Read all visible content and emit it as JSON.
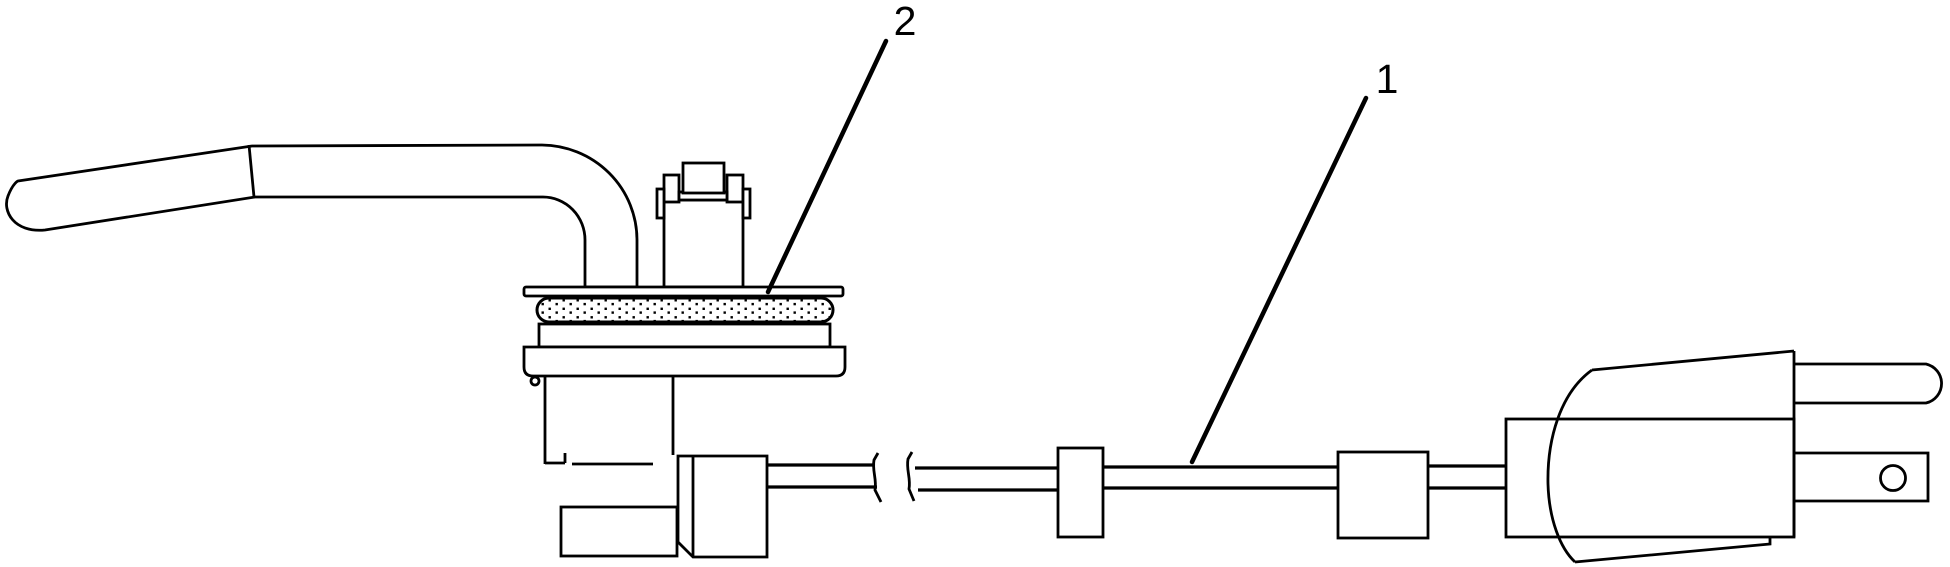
{
  "figure": {
    "kind": "technical-parts-line-drawing",
    "background_color": "#ffffff",
    "line_color": "#000000"
  },
  "callouts": [
    {
      "label": "1",
      "target": "power-cord-and-plug"
    },
    {
      "label": "2",
      "target": "gasket-seal-disc"
    }
  ]
}
